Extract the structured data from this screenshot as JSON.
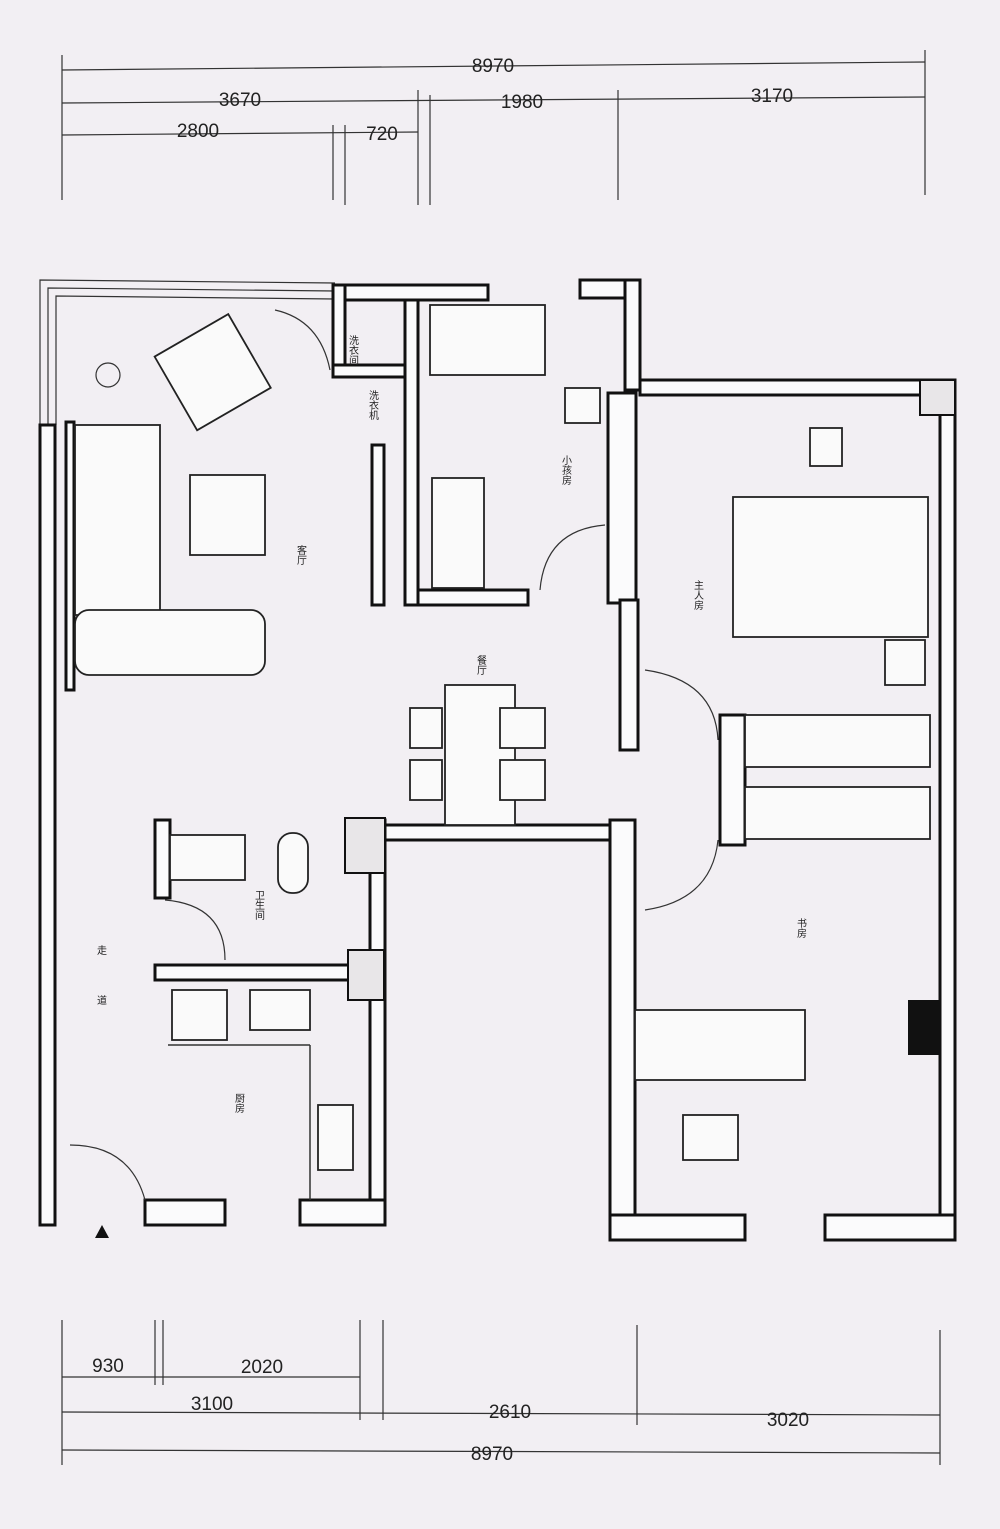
{
  "dimensions": {
    "top_total": "8970",
    "top_row2": [
      "3670",
      "1980",
      "3170"
    ],
    "top_row3": [
      "2800",
      "720"
    ],
    "bottom_row1": [
      "930",
      "2020"
    ],
    "bottom_row2": [
      "3100",
      "2610",
      "3020"
    ],
    "bottom_total": "8970"
  },
  "rooms": {
    "laundry": "洗衣间",
    "washer": "洗衣机",
    "kids_room": "小孩房",
    "living": "客厅",
    "dining": "餐厅",
    "master": "主人房",
    "study": "书房",
    "bathroom": "卫生间",
    "kitchen": "厨房",
    "corridor": "走道"
  }
}
